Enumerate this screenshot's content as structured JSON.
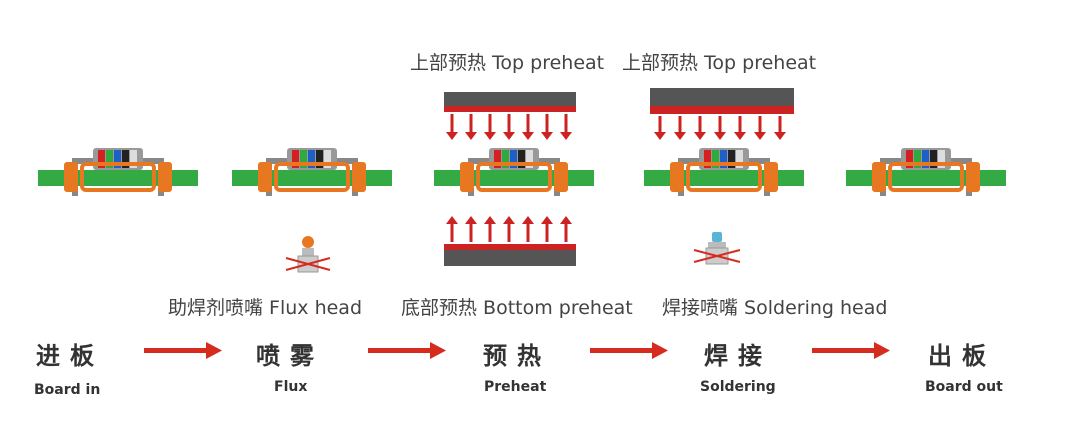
{
  "labels": {
    "top_preheat_1": "上部预热 Top preheat",
    "top_preheat_2": "上部预热 Top preheat",
    "flux_head": "助焊剂喷嘴 Flux head",
    "bottom_preheat": "底部预热 Bottom preheat",
    "soldering_head": "焊接喷嘴 Soldering head"
  },
  "steps": [
    {
      "cn": "进板",
      "en": "Board in"
    },
    {
      "cn": "喷雾",
      "en": "Flux"
    },
    {
      "cn": "预热",
      "en": "Preheat"
    },
    {
      "cn": "焊接",
      "en": "Soldering"
    },
    {
      "cn": "出板",
      "en": "Board out"
    }
  ],
  "colors": {
    "board": "#33aa44",
    "clamp": "#e87722",
    "heater_bar": "#555555",
    "heater_red": "#cc2222",
    "arrow": "#d62b1f",
    "text": "#333333"
  }
}
